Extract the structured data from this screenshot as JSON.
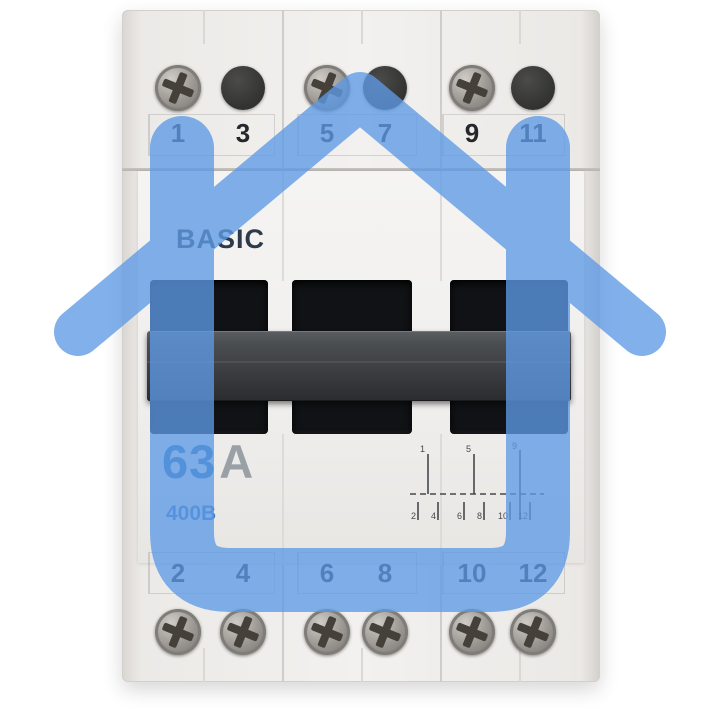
{
  "product": {
    "brand": "BASIC",
    "rating_value": "63",
    "rating_unit": "A",
    "voltage": "400B",
    "type": "3-pole modular changeover switch photo"
  },
  "terminals": {
    "top_labels": [
      "1",
      "3",
      "5",
      "7",
      "9",
      "11"
    ],
    "bottom_labels": [
      "2",
      "4",
      "6",
      "8",
      "10",
      "12"
    ],
    "top_types": [
      "screw",
      "plug",
      "screw",
      "plug",
      "screw",
      "plug"
    ],
    "bottom_types": [
      "screw",
      "screw",
      "screw",
      "screw",
      "screw",
      "screw"
    ]
  },
  "diagram": {
    "top_labels": [
      "1",
      "5",
      "9"
    ],
    "bottom_labels": [
      "2",
      "4",
      "6",
      "8",
      "10",
      "12"
    ]
  },
  "watermark": {
    "shape": "house-outline",
    "color": "#5E9AE6",
    "opacity": "0.78"
  },
  "colors": {
    "rating_blue": "#2F72B8",
    "rating_gray": "#99A0A6",
    "brand_navy": "#2C3A49",
    "number_dark": "#24272B",
    "handle_dark": "#3A3D40"
  }
}
